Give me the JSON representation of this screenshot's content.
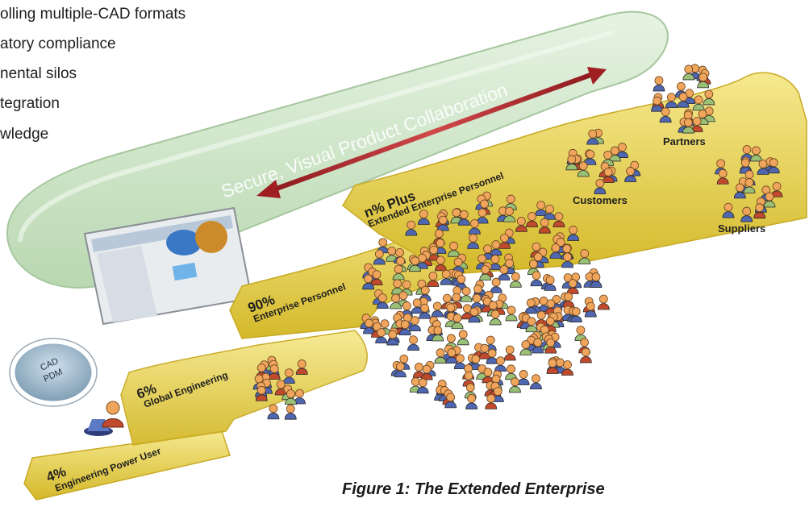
{
  "bullets": [
    "olling multiple-CAD formats",
    "atory compliance",
    "nental silos",
    "tegration",
    "wledge"
  ],
  "collaboration_label": "Secure, Visual Product Collaboration",
  "tiers": [
    {
      "percent": "4%",
      "label": "Engineering Power User"
    },
    {
      "percent": "6%",
      "label": "Global Engineering"
    },
    {
      "percent": "90%",
      "label": "Enterprise Personnel"
    },
    {
      "percent": "n% Plus",
      "label": "Extended Enterprise Personnel"
    }
  ],
  "groups": {
    "customers": "Customers",
    "partners": "Partners",
    "suppliers": "Suppliers"
  },
  "cad_disc": {
    "line1": "CAD",
    "line2": "PDM"
  },
  "caption": "Figure 1: The Extended Enterprise",
  "colors": {
    "platform": "#e5cd3c",
    "platform_top": "#f3e27a",
    "pill": "#c9e4c1",
    "arrow": "#b3262a",
    "person_head": "#f0a55c",
    "person_blue": "#4f67b0",
    "person_red": "#c24a2c",
    "person_green": "#9ac075"
  }
}
